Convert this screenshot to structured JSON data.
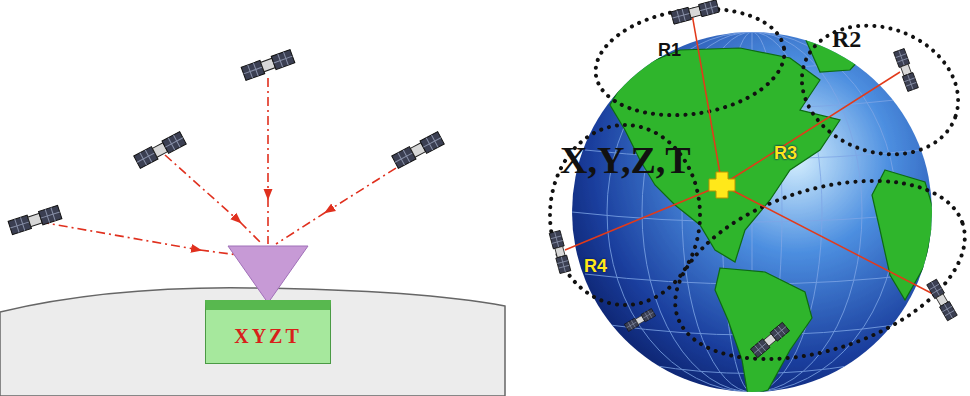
{
  "diagram": {
    "nodes": [
      {
        "text": [
          "XYZT"
        ]
      }
    ],
    "labels": [
      "R1",
      "R2",
      "X,Y,Z,T",
      "R3",
      "R4"
    ]
  }
}
